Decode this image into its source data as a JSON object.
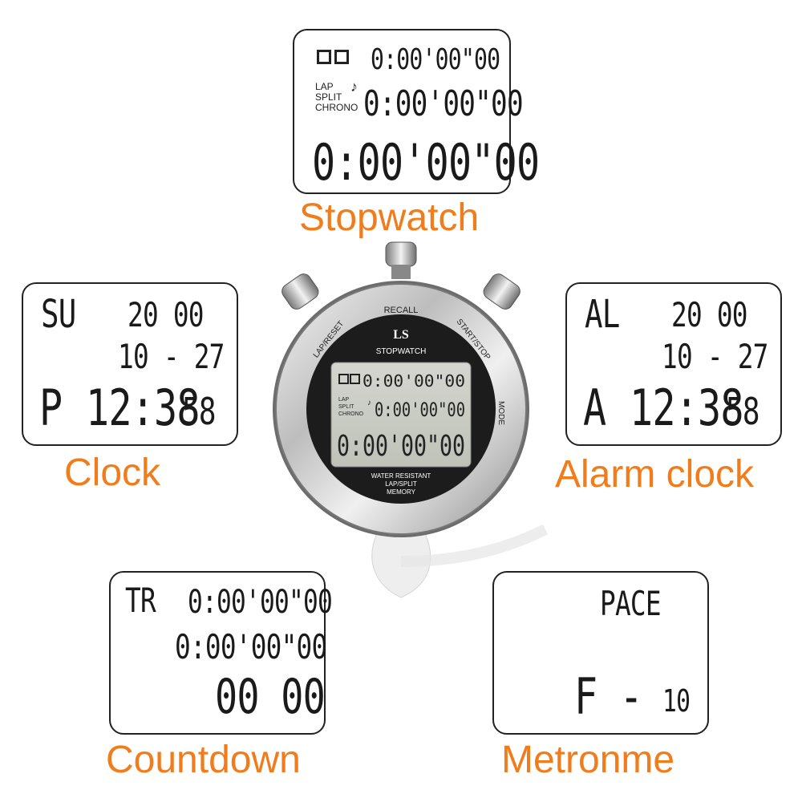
{
  "stopwatch_panel": {
    "row1": "0:00'00\"00",
    "labels": [
      "LAP",
      "SPLIT",
      "CHRONO"
    ],
    "row2": "0:00'00\"00",
    "row3": "0:00'00\"00",
    "caption": "Stopwatch"
  },
  "clock_panel": {
    "day": "SU",
    "year": "20 00",
    "date": "10 - 27",
    "ampm": "P",
    "time": "12:38",
    "seconds": "58",
    "caption": "Clock"
  },
  "alarm_panel": {
    "tag": "AL",
    "year": "20 00",
    "date": "10 - 27",
    "ampm": "A",
    "time": "12:38",
    "seconds": "58",
    "caption": "Alarm clock"
  },
  "countdown_panel": {
    "tag": "TR",
    "row1": "0:00'00\"00",
    "row2": "0:00'00\"00",
    "row3": "00 00",
    "caption": "Countdown"
  },
  "metronome_panel": {
    "title": "PACE",
    "value_prefix": "F -",
    "value": "10",
    "caption": "Metronme"
  },
  "watch": {
    "brand_mark": "LS",
    "brand": "STOPWATCH",
    "buttons": [
      "RECALL",
      "LAP/RESET",
      "START/STOP",
      "MODE"
    ],
    "lcd_row1": "0:00'00\"00",
    "lcd_labels": [
      "LAP",
      "SPLIT",
      "CHRONO"
    ],
    "lcd_row2": "0:00'00\"00",
    "lcd_row3": "0:00'00\"00",
    "footer": [
      "WATER RESISTANT",
      "LAP/SPLIT",
      "MEMORY"
    ]
  },
  "colors": {
    "caption": "#f07c1c",
    "lcd_text": "#1a1a1a",
    "watch_face": "#1c1c1c",
    "lcd_bg": "#c9ccc4"
  }
}
